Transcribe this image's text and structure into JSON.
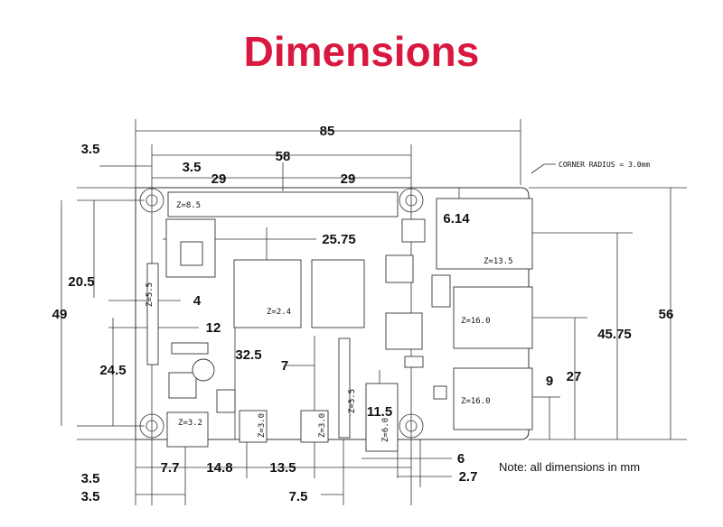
{
  "title": "Dimensions",
  "note": "Note: all dimensions in mm",
  "corner_radius_label": "CORNER RADIUS = 3.0mm",
  "dimensions": {
    "overall_width": "85",
    "left_hole_offset_top": "3.5",
    "header_span": "58",
    "header_offset": "3.5",
    "header_half_left": "29",
    "header_half_right": "29",
    "usbc_height": "6.14",
    "soc_y": "25.75",
    "left_20_5": "20.5",
    "csi_4": "4",
    "hole_span_49": "49",
    "csi_12": "12",
    "eth_45_75": "45.75",
    "overall_height": "56",
    "soc_x": "32.5",
    "hdmi_7": "7",
    "left_24_5": "24.5",
    "usb_27": "27",
    "usb_9": "9",
    "audio_11_5": "11.5",
    "audio_6": "6",
    "bottom_3_5_a": "3.5",
    "usbc_x": "7.7",
    "hdmi0_x": "14.8",
    "hdmi1_x": "13.5",
    "audio_2_7": "2.7",
    "bottom_3_5_b": "3.5",
    "dsi_7_5": "7.5"
  },
  "z_labels": {
    "header": "Z=8.5",
    "usbc": "Z=13.5",
    "ram": "Z=2.4",
    "dsi": "Z=5.5",
    "usb_top": "Z=16.0",
    "usb_bottom": "Z=16.0",
    "power": "Z=3.2",
    "hdmi0": "Z=3.0",
    "hdmi1": "Z=3.0",
    "csi": "Z=5.5",
    "audio": "Z=6.0"
  }
}
